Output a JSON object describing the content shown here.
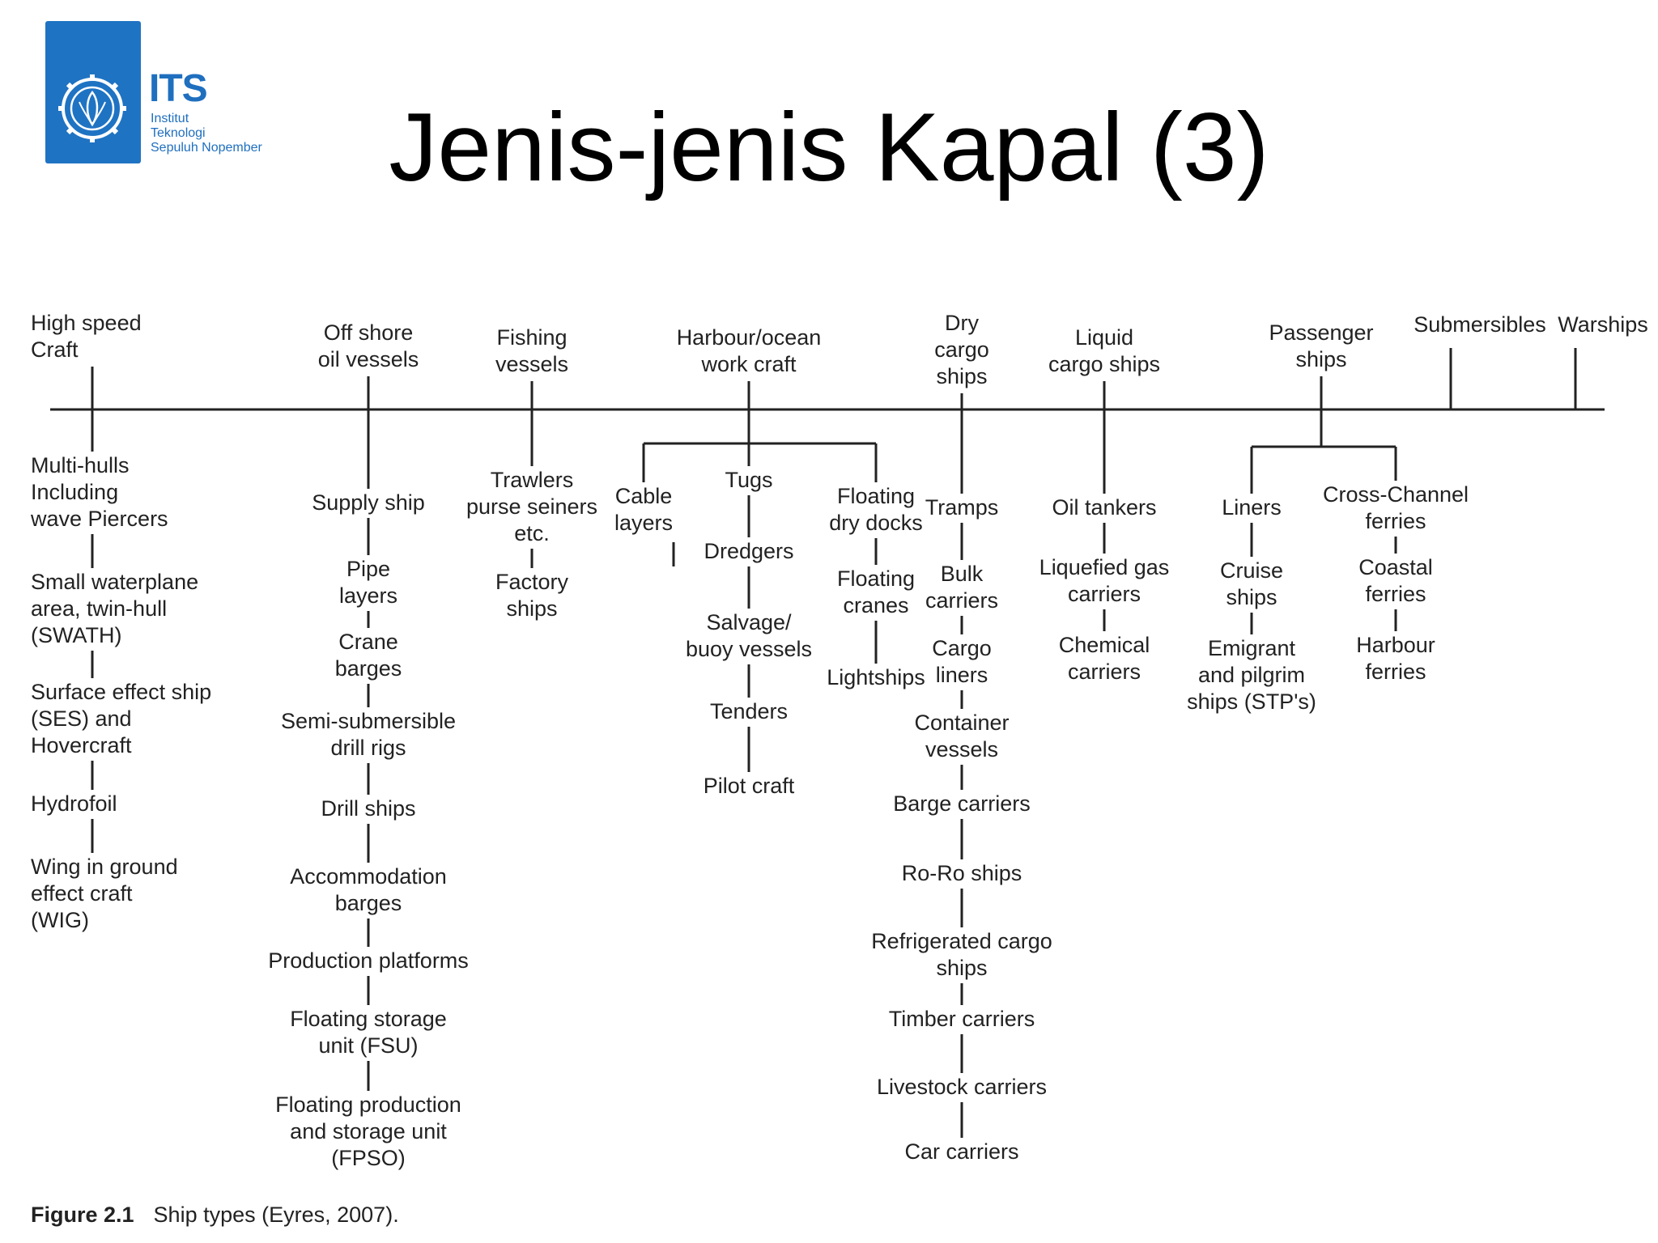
{
  "logo": {
    "abbr": "ITS",
    "name_lines": [
      "Institut",
      "Teknologi",
      "Sepuluh Nopember"
    ]
  },
  "slide": {
    "title": "Jenis-jenis Kapal (3)"
  },
  "colors": {
    "logo_blue": "#1f73c3",
    "line": "#222222"
  },
  "categories": [
    {
      "id": "high_speed",
      "label": [
        "High speed",
        "Craft"
      ],
      "items": [
        [
          "Multi-hulls",
          "Including",
          "wave Piercers"
        ],
        [
          "Small waterplane",
          "area, twin-hull",
          "(SWATH)"
        ],
        [
          "Surface effect ship",
          "(SES) and",
          "Hovercraft"
        ],
        [
          "Hydrofoil"
        ],
        [
          "Wing in ground",
          "effect craft",
          "(WIG)"
        ]
      ]
    },
    {
      "id": "offshore",
      "label": [
        "Off shore",
        "oil vessels"
      ],
      "items": [
        [
          "Supply ship"
        ],
        [
          "Pipe",
          "layers"
        ],
        [
          "Crane",
          "barges"
        ],
        [
          "Semi-submersible",
          "drill rigs"
        ],
        [
          "Drill ships"
        ],
        [
          "Accommodation",
          "barges"
        ],
        [
          "Production platforms"
        ],
        [
          "Floating storage",
          "unit (FSU)"
        ],
        [
          "Floating production",
          "and storage unit",
          "(FPSO)"
        ]
      ]
    },
    {
      "id": "fishing",
      "label": [
        "Fishing",
        "vessels"
      ],
      "items": [
        [
          "Trawlers",
          "purse seiners",
          "etc."
        ],
        [
          "Factory",
          "ships"
        ]
      ]
    },
    {
      "id": "harbour",
      "label": [
        "Harbour/ocean",
        "work craft"
      ],
      "branches": [
        {
          "items": [
            [
              "Cable",
              "layers"
            ]
          ]
        },
        {
          "items": [
            [
              "Tugs"
            ],
            [
              "Dredgers"
            ],
            [
              "Salvage/",
              "buoy vessels"
            ],
            [
              "Tenders"
            ],
            [
              "Pilot craft"
            ]
          ]
        },
        {
          "items": [
            [
              "Floating",
              "dry docks"
            ],
            [
              "Floating",
              "cranes"
            ],
            [
              "Lightships"
            ]
          ]
        }
      ]
    },
    {
      "id": "dry_cargo",
      "label": [
        "Dry",
        "cargo",
        "ships"
      ],
      "items": [
        [
          "Tramps"
        ],
        [
          "Bulk",
          "carriers"
        ],
        [
          "Cargo",
          "liners"
        ],
        [
          "Container",
          "vessels"
        ],
        [
          "Barge carriers"
        ],
        [
          "Ro-Ro ships"
        ],
        [
          "Refrigerated cargo",
          "ships"
        ],
        [
          "Timber carriers"
        ],
        [
          "Livestock carriers"
        ],
        [
          "Car carriers"
        ]
      ]
    },
    {
      "id": "liquid_cargo",
      "label": [
        "Liquid",
        "cargo ships"
      ],
      "items": [
        [
          "Oil tankers"
        ],
        [
          "Liquefied gas",
          "carriers"
        ],
        [
          "Chemical",
          "carriers"
        ]
      ]
    },
    {
      "id": "passenger",
      "label": [
        "Passenger",
        "ships"
      ],
      "branches": [
        {
          "items": [
            [
              "Liners"
            ],
            [
              "Cruise",
              "ships"
            ],
            [
              "Emigrant",
              "and pilgrim",
              "ships (STP's)"
            ]
          ]
        },
        {
          "items": [
            [
              "Cross-Channel",
              "ferries"
            ],
            [
              "Coastal",
              "ferries"
            ],
            [
              "Harbour",
              "ferries"
            ]
          ]
        }
      ]
    },
    {
      "id": "submersibles",
      "label": [
        "Submersibles"
      ]
    },
    {
      "id": "warships",
      "label": [
        "Warships"
      ]
    }
  ],
  "caption": {
    "figure": "Figure 2.1",
    "text": "Ship types (Eyres, 2007)."
  }
}
